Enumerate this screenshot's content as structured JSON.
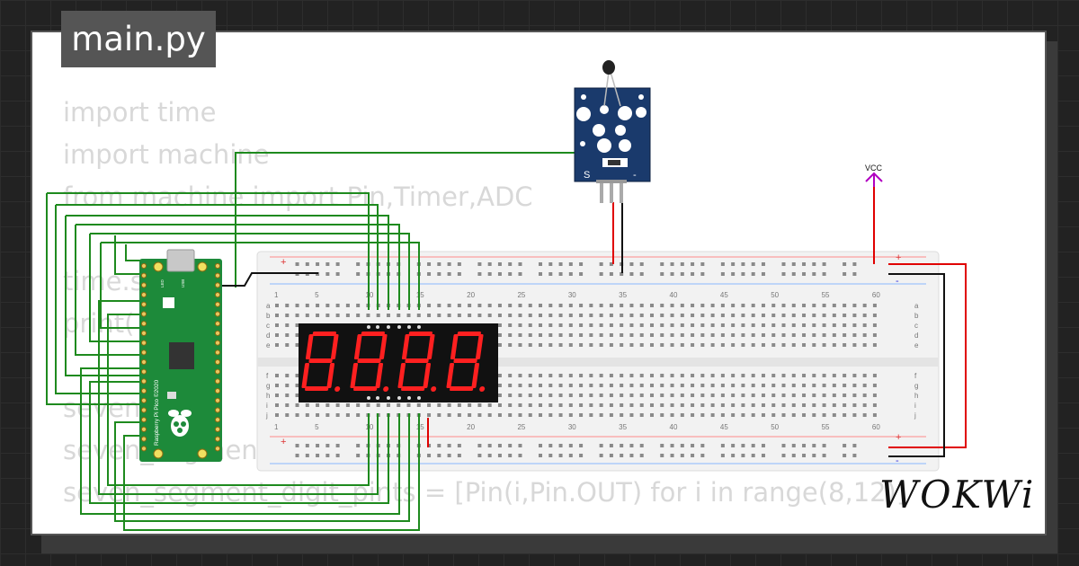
{
  "window": {
    "filename": "main.py"
  },
  "code_lines": [
    "import time",
    "import machine",
    "from machine import Pin,Timer,ADC",
    "",
    "time.s",
    "print(",
    "",
    "seven_",
    "seven_segment_",
    "seven_segment_digit_pints = [Pin(i,Pin.OUT) for i in range(8,12)]"
  ],
  "breadboard": {
    "column_labels": [
      "1",
      "5",
      "10",
      "15",
      "20",
      "25",
      "30",
      "35",
      "40",
      "45",
      "50",
      "55",
      "60"
    ],
    "row_labels_top": [
      "a",
      "b",
      "c",
      "d",
      "e"
    ],
    "row_labels_bottom": [
      "f",
      "g",
      "h",
      "i",
      "j"
    ],
    "rail_plus": "+",
    "rail_minus": "-"
  },
  "sensor": {
    "label_s": "S",
    "label_minus": "-"
  },
  "vcc": {
    "label": "VCC"
  },
  "pico": {
    "board_text": "Raspberry Pi Pico ©2020",
    "led_label": "LED",
    "usb_label": "USB"
  },
  "brand": {
    "logo": "WOKWi"
  },
  "colors": {
    "wire_green": "#1e8a1e",
    "wire_red": "#e00000",
    "wire_black": "#111111",
    "pico_green": "#1d8a3a",
    "display_red": "#ff2020",
    "vcc_purple": "#b000c0"
  }
}
